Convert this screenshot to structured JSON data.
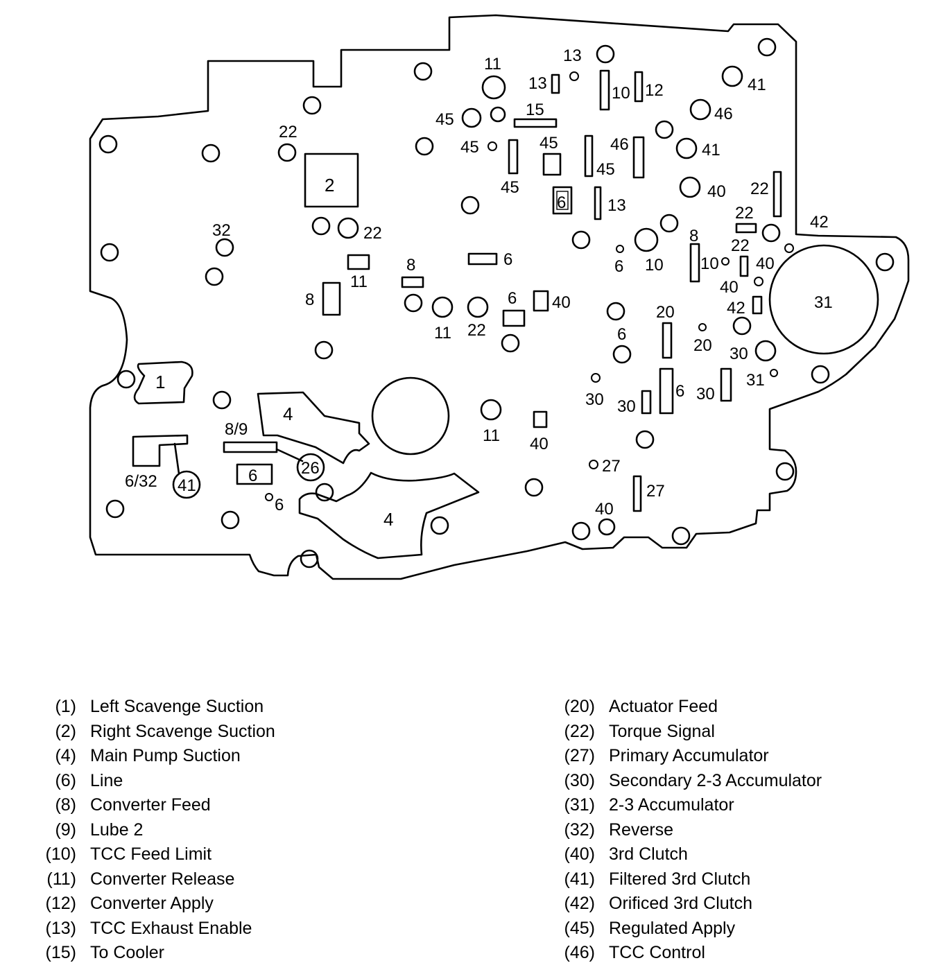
{
  "legend_left": [
    {
      "code": "(1)",
      "name": "Left Scavenge Suction"
    },
    {
      "code": "(2)",
      "name": "Right Scavenge Suction"
    },
    {
      "code": "(4)",
      "name": "Main Pump Suction"
    },
    {
      "code": "(6)",
      "name": "Line"
    },
    {
      "code": "(8)",
      "name": "Converter Feed"
    },
    {
      "code": "(9)",
      "name": "Lube 2"
    },
    {
      "code": "(10)",
      "name": "TCC Feed Limit"
    },
    {
      "code": "(11)",
      "name": "Converter Release"
    },
    {
      "code": "(12)",
      "name": "Converter Apply"
    },
    {
      "code": "(13)",
      "name": "TCC Exhaust Enable"
    },
    {
      "code": "(15)",
      "name": "To Cooler"
    }
  ],
  "legend_right": [
    {
      "code": "(20)",
      "name": "Actuator Feed"
    },
    {
      "code": "(22)",
      "name": "Torque Signal"
    },
    {
      "code": "(27)",
      "name": "Primary Accumulator"
    },
    {
      "code": "(30)",
      "name": "Secondary 2-3 Accumulator"
    },
    {
      "code": "(31)",
      "name": "2-3 Accumulator"
    },
    {
      "code": "(32)",
      "name": "Reverse"
    },
    {
      "code": "(40)",
      "name": "3rd Clutch"
    },
    {
      "code": "(41)",
      "name": "Filtered 3rd Clutch"
    },
    {
      "code": "(42)",
      "name": "Orificed 3rd Clutch"
    },
    {
      "code": "(45)",
      "name": "Regulated Apply"
    },
    {
      "code": "(46)",
      "name": "TCC Control"
    }
  ],
  "port_labels": {
    "p1": "1",
    "p2": "2",
    "p4a": "4",
    "p4b": "4",
    "p8_9": "8/9",
    "p26": "26",
    "p6_32": "6/32",
    "p41c": "41",
    "p6box": "6",
    "p6s": "6",
    "p31": "31",
    "p11a": "11",
    "p13a": "13",
    "p13b": "13",
    "p10a": "10",
    "p12": "12",
    "p41a": "41",
    "p46a": "46",
    "p15": "15",
    "p45a": "45",
    "p45b": "45",
    "p45c": "45",
    "p46b": "46",
    "p41b": "41",
    "p22a": "22",
    "p45d": "45",
    "p45e": "45",
    "p40a": "40",
    "p22b": "22",
    "p6a": "6",
    "p13c": "13",
    "p22c": "22",
    "p42a": "42",
    "p32": "32",
    "p22d": "22",
    "p8a": "8",
    "p6b": "6",
    "p10b": "10",
    "p22e": "22",
    "p40b": "40",
    "p11b": "11",
    "p8b": "8",
    "p10c": "10",
    "p6c": "6",
    "p40c": "40",
    "p8c": "8",
    "p40d": "40",
    "p42b": "42",
    "p11c": "11",
    "p22f": "22",
    "p20a": "20",
    "p6d": "6",
    "p20b": "20",
    "p30a": "30",
    "p31s": "31",
    "p30b": "30",
    "p30c": "30",
    "p6e": "6",
    "p30d": "30",
    "p11d": "11",
    "p40e": "40",
    "p27a": "27",
    "p27b": "27",
    "p40f": "40",
    "p6f": "6"
  }
}
